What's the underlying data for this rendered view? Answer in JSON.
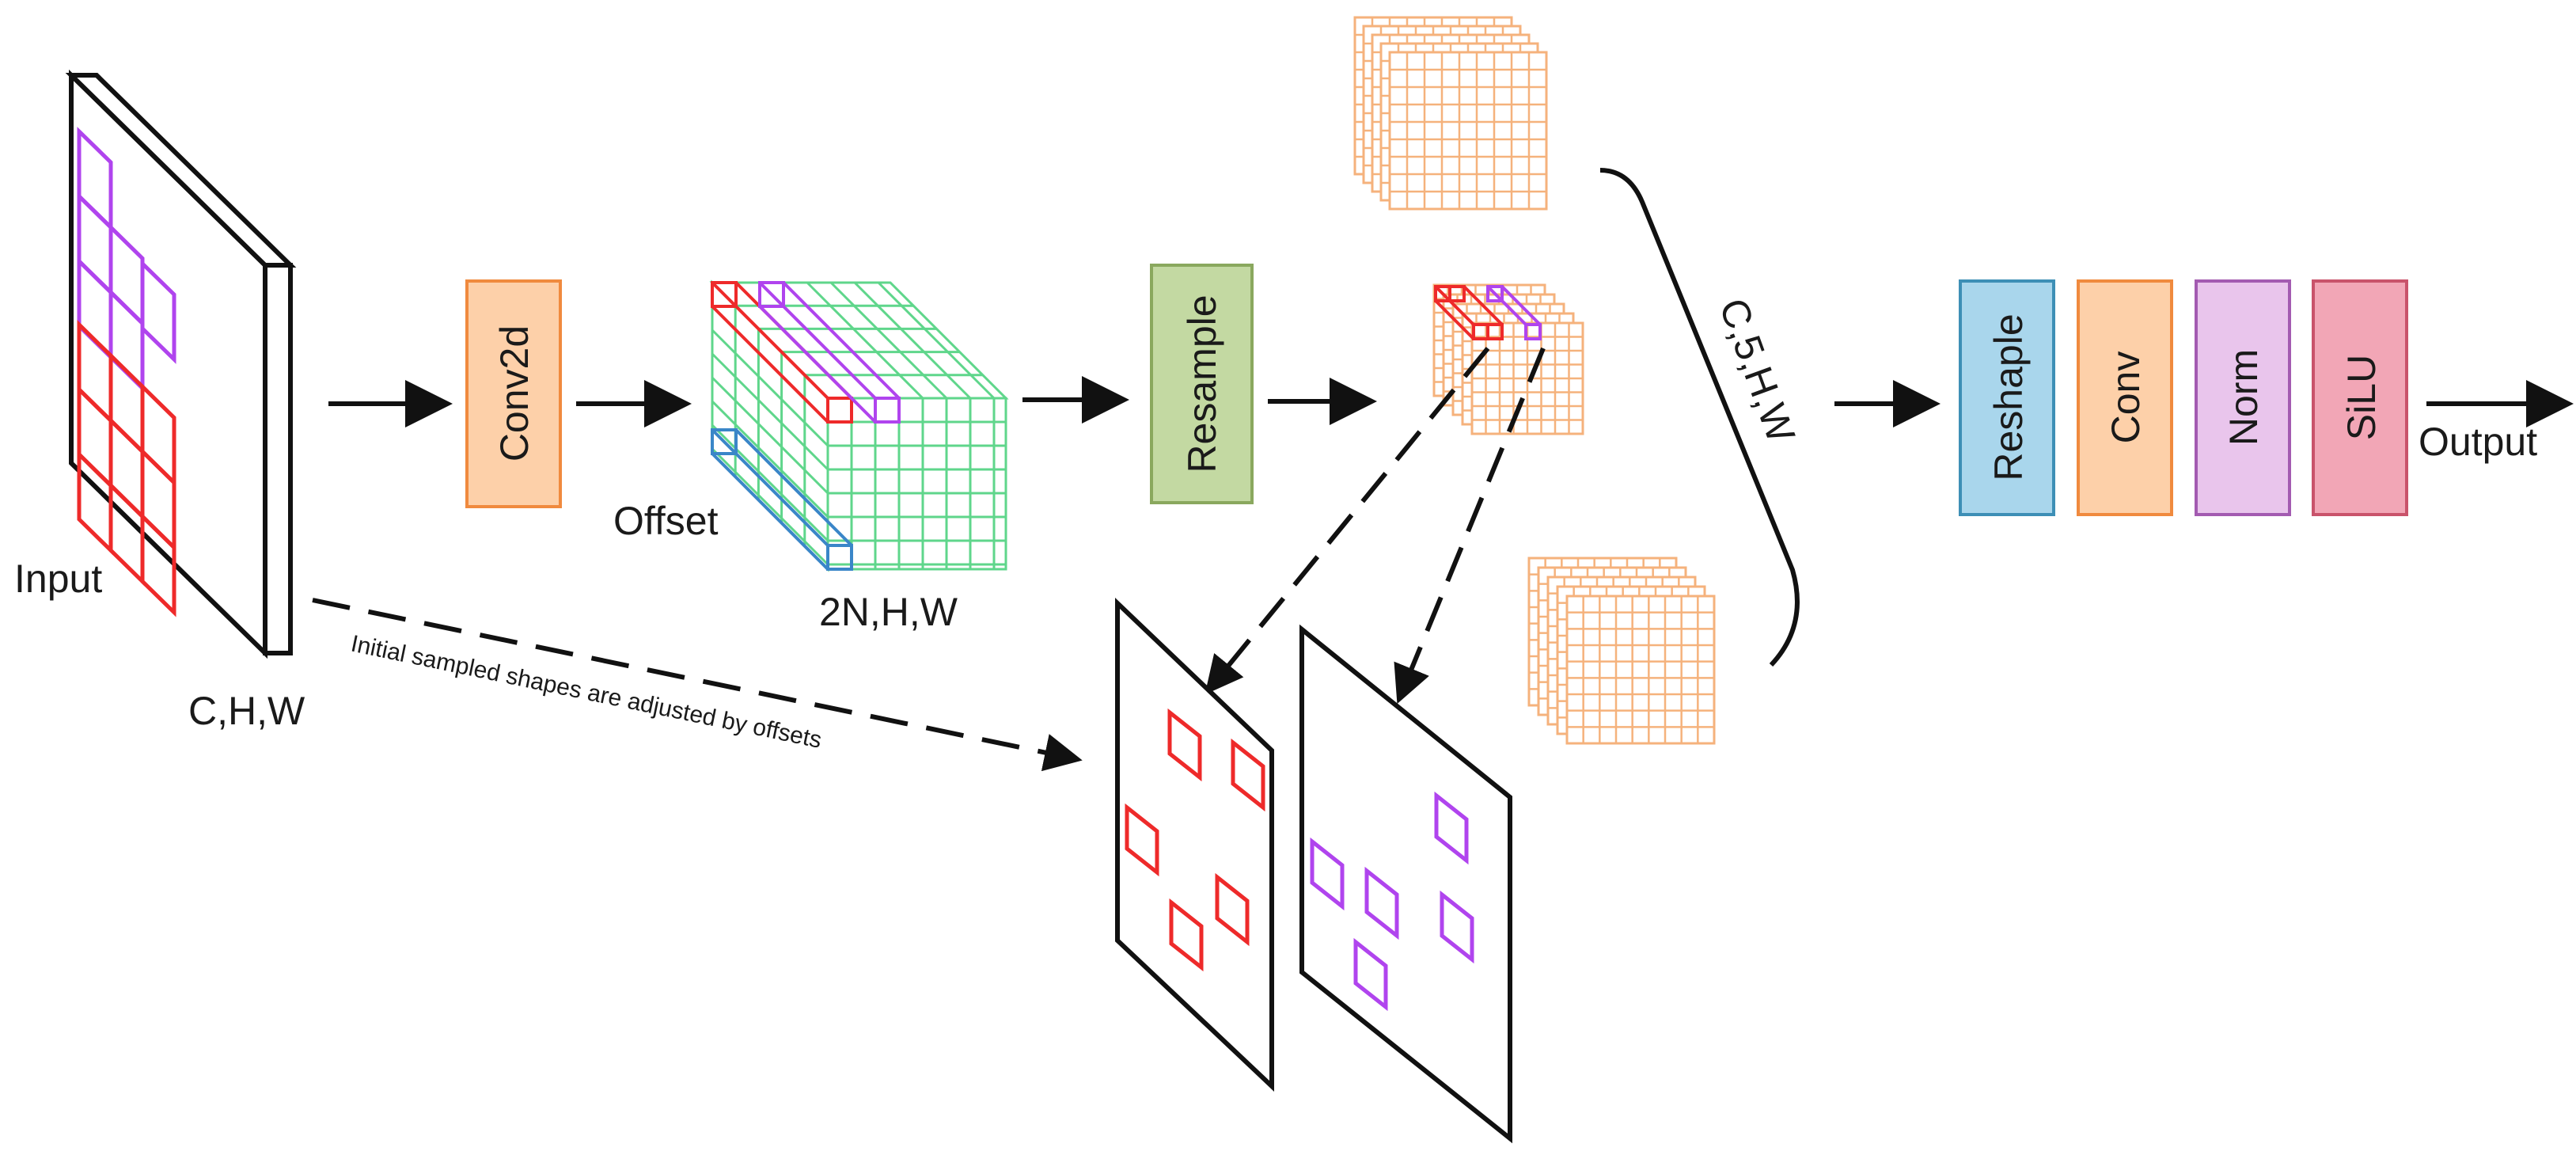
{
  "labels": {
    "input": "Input",
    "input_dims": "C,H,W",
    "offset": "Offset",
    "offset_dims": "2N,H,W",
    "stack_dims": "C,5,H,W",
    "output": "Output",
    "note": "Initial sampled shapes are adjusted by offsets"
  },
  "blocks": {
    "conv2d": "Conv2d",
    "resample": "Resample",
    "reshape": "Reshaple",
    "conv": "Conv",
    "norm": "Norm",
    "silu": "SiLU"
  },
  "colors": {
    "conv2d": "#fdd0a9",
    "resample": "#c3d9a2",
    "reshape": "#a9d6ec",
    "conv": "#fdd0a9",
    "norm": "#e9c5ec",
    "silu": "#f2a6b6",
    "offset_grid": "#5fd68b",
    "feature_grid": "#f5b27c",
    "red": "#ee2a2a",
    "purple": "#b044ee",
    "blue": "#3a86c8"
  }
}
